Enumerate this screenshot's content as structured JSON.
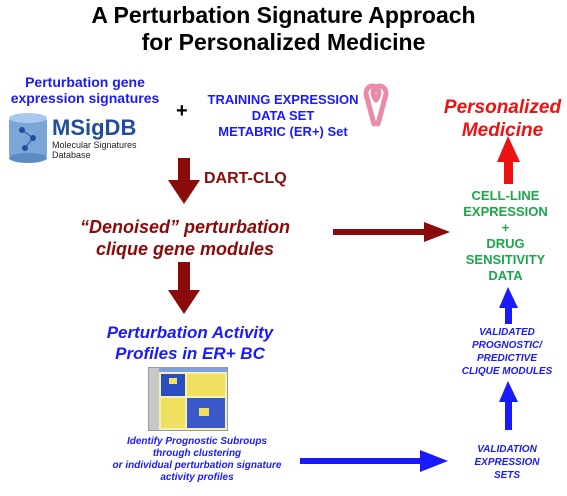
{
  "title": {
    "line1": "A Perturbation Signature Approach",
    "line2": "for Personalized Medicine"
  },
  "inputs": {
    "signatures_line1": "Perturbation gene",
    "signatures_line2": "expression signatures",
    "plus1": "+",
    "msigdb_logo": "MSigDB",
    "msigdb_sub1": "Molecular Signatures",
    "msigdb_sub2": "Database",
    "training_line1": "TRAINING EXPRESSION",
    "training_line2": "DATA SET",
    "training_line3": "METABRIC (ER+) Set"
  },
  "steps": {
    "dart": "DART-CLQ",
    "denoised_line1": "“Denoised” perturbation",
    "denoised_line2": "clique gene modules",
    "activity_line1": "Perturbation Activity",
    "activity_line2": "Profiles in ER+ BC",
    "identify_line1": "Identify Prognostic Subroups",
    "identify_line2": "through clustering",
    "identify_line3": "or individual perturbation signature",
    "identify_line4": "activity profiles"
  },
  "right": {
    "personalized_line1": "Personalized",
    "personalized_line2": "Medicine",
    "cell_line1": "CELL-LINE",
    "cell_line2": "EXPRESSION",
    "plus2": "+",
    "cell_line3": "DRUG",
    "cell_line4": "SENSITIVITY",
    "cell_line5": "DATA",
    "validated_line1": "VALIDATED",
    "validated_line2": "PROGNOSTIC/",
    "validated_line3": "PREDICTIVE",
    "validated_line4": "CLIQUE MODULES",
    "validation_line1": "VALIDATION",
    "validation_line2": "EXPRESSION",
    "validation_line3": "SETS"
  },
  "colors": {
    "blue": "#1a1aff",
    "dark_red": "#8b0a0a",
    "red": "#ee1111",
    "green": "#1aa84a",
    "ribbon": "#e88aa8"
  },
  "icons": [
    "database-icon",
    "pink-ribbon-icon",
    "heatmap-thumbnail"
  ]
}
